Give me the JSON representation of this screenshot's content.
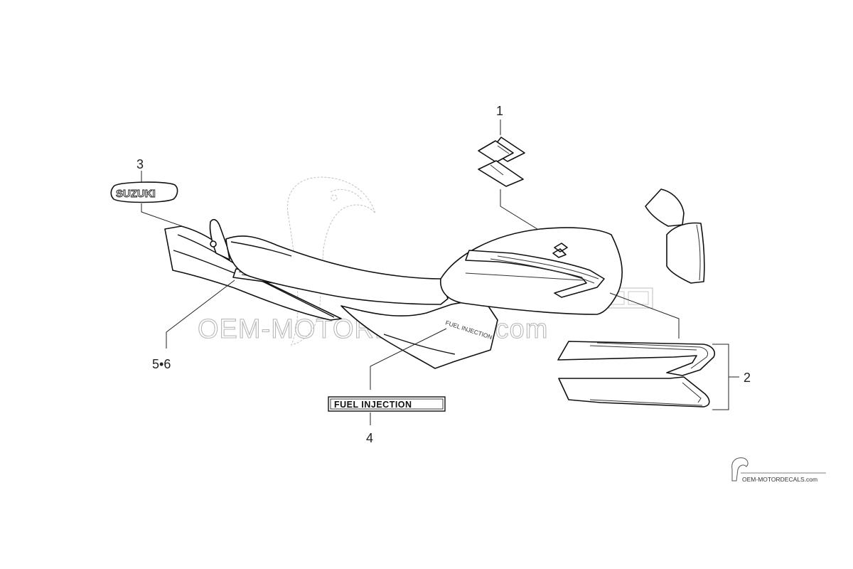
{
  "callouts": {
    "c1": "1",
    "c2": "2",
    "c3": "3",
    "c4": "4",
    "c56": "5•6"
  },
  "decals": {
    "suzuki_emblem_text": "SUZUKI",
    "fuel_injection_text": "FUEL INJECTION",
    "fuel_injection_small": "FUEL INJECTION"
  },
  "watermark": {
    "text": "OEM-MOTORDECALS.com",
    "corner_text": "OEM-MOTORDECALS.com"
  },
  "colors": {
    "line": "#111111",
    "watermark": "#b8b8b8",
    "background": "#ffffff"
  }
}
